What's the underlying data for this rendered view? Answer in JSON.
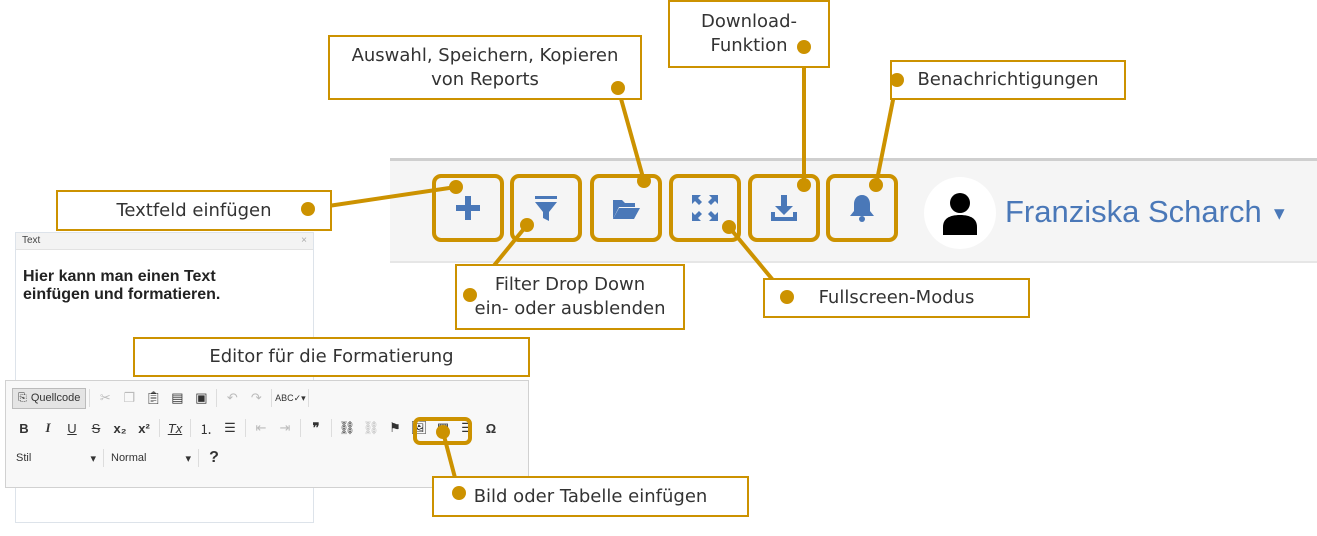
{
  "colors": {
    "accent": "#cc9200",
    "icon_blue": "#4a78b8",
    "header_bg": "#f5f5f5"
  },
  "header": {
    "icons": [
      {
        "name": "plus-icon"
      },
      {
        "name": "filter-icon"
      },
      {
        "name": "folder-open-icon"
      },
      {
        "name": "expand-icon"
      },
      {
        "name": "download-icon"
      },
      {
        "name": "bell-icon"
      }
    ],
    "user": {
      "name": "Franziska Scharch",
      "avatar_icon": "user-icon",
      "caret_icon": "caret-down-icon"
    }
  },
  "text_widget": {
    "title": "Text",
    "close": "×",
    "content": "Hier kann man einen Text einfügen und formatieren."
  },
  "editor": {
    "source_label": "Quellcode",
    "row2": [
      "B",
      "I",
      "U",
      "S",
      "x₂",
      "x²",
      "Tx"
    ],
    "style_select": "Stil",
    "format_select": "Normal",
    "help": "?",
    "omega": "Ω",
    "quote": "❞"
  },
  "annotations": {
    "download": "Download-\nFunktion",
    "reports": "Auswahl, Speichern, Kopieren\nvon Reports",
    "notifications": "Benachrichtigungen",
    "textfield": "Textfeld einfügen",
    "filter": "Filter Drop Down\nein- oder ausblenden",
    "fullscreen": "Fullscreen-Modus",
    "editor": "Editor für die Formatierung",
    "image_table": "Bild oder Tabelle einfügen"
  }
}
